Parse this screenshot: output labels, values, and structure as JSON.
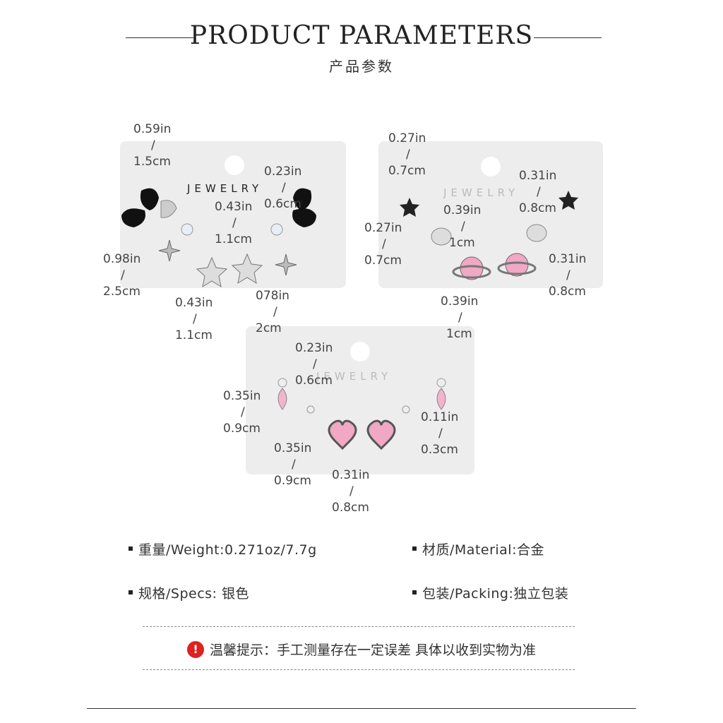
{
  "header": {
    "title": "PRODUCT PARAMETERS",
    "subtitle": "产品参数"
  },
  "cards": {
    "brand": "JEWELRY"
  },
  "measurements": {
    "a1": {
      "in": "0.59in",
      "sep": "/",
      "cm": "1.5cm"
    },
    "a2": {
      "in": "0.23in",
      "sep": "/",
      "cm": "0.6cm"
    },
    "a3": {
      "in": "0.43in",
      "sep": "/",
      "cm": "1.1cm"
    },
    "a4": {
      "in": "0.98in",
      "sep": "/",
      "cm": "2.5cm"
    },
    "a5": {
      "in": "0.43in",
      "sep": "/",
      "cm": "1.1cm"
    },
    "a6": {
      "in": "078in",
      "sep": "/",
      "cm": "2cm"
    },
    "b1": {
      "in": "0.27in",
      "sep": "/",
      "cm": "0.7cm"
    },
    "b2": {
      "in": "0.31in",
      "sep": "/",
      "cm": "0.8cm"
    },
    "b3": {
      "in": "0.39in",
      "sep": "/",
      "cm": "1cm"
    },
    "b4": {
      "in": "0.27in",
      "sep": "/",
      "cm": "0.7cm"
    },
    "b5": {
      "in": "0.31in",
      "sep": "/",
      "cm": "0.8cm"
    },
    "b6": {
      "in": "0.39in",
      "sep": "/",
      "cm": "1cm"
    },
    "c1": {
      "in": "0.23in",
      "sep": "/",
      "cm": "0.6cm"
    },
    "c2": {
      "in": "0.35in",
      "sep": "/",
      "cm": "0.9cm"
    },
    "c3": {
      "in": "0.11in",
      "sep": "/",
      "cm": "0.3cm"
    },
    "c4": {
      "in": "0.35in",
      "sep": "/",
      "cm": "0.9cm"
    },
    "c5": {
      "in": "0.31in",
      "sep": "/",
      "cm": "0.8cm"
    }
  },
  "specs": {
    "weight": "重量/Weight:0.271oz/7.7g",
    "material": "材质/Material:合金",
    "specs": "规格/Specs: 银色",
    "packing": "包装/Packing:独立包装"
  },
  "notice": {
    "icon": "!",
    "text": "温馨提示：手工测量存在一定误差 具体以收到实物为准"
  },
  "colors": {
    "card": "#ededed",
    "accent_pink": "#f0a8c4",
    "warning_red": "#dd2222"
  }
}
